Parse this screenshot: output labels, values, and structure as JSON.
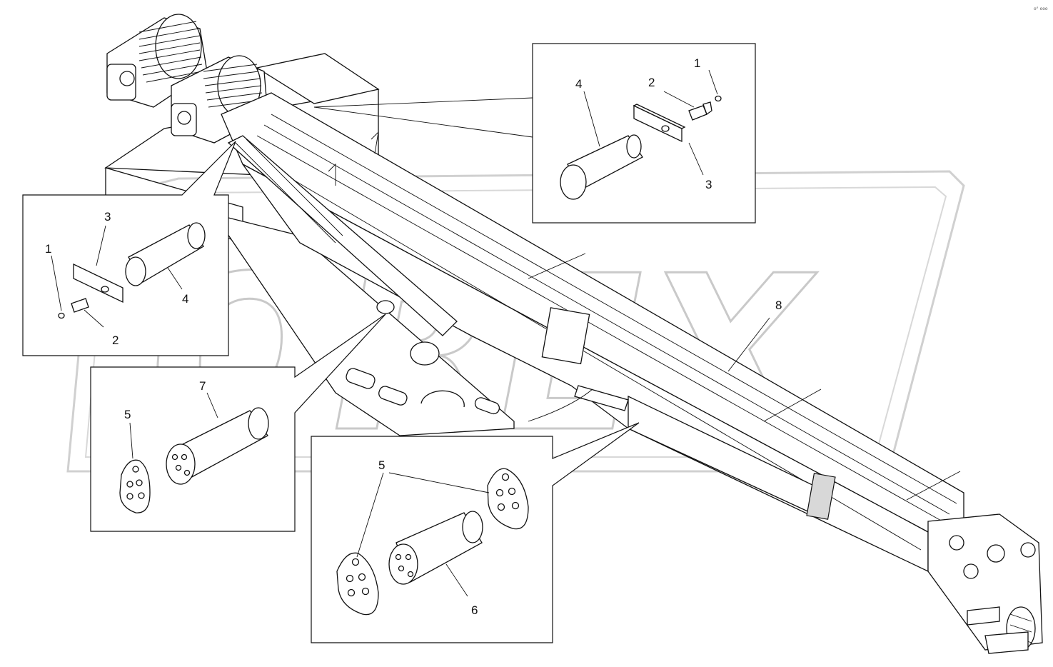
{
  "watermark": {
    "text": "OREX"
  },
  "corner_mark": "o° ooo",
  "callouts": {
    "topright": {
      "n1": "1",
      "n2": "2",
      "n3": "3",
      "n4": "4"
    },
    "left": {
      "n1": "1",
      "n2": "2",
      "n3": "3",
      "n4": "4"
    },
    "bottomleft": {
      "n5": "5",
      "n7": "7"
    },
    "bottomright": {
      "n5": "5",
      "n6": "6"
    },
    "boom": {
      "n8": "8"
    }
  }
}
